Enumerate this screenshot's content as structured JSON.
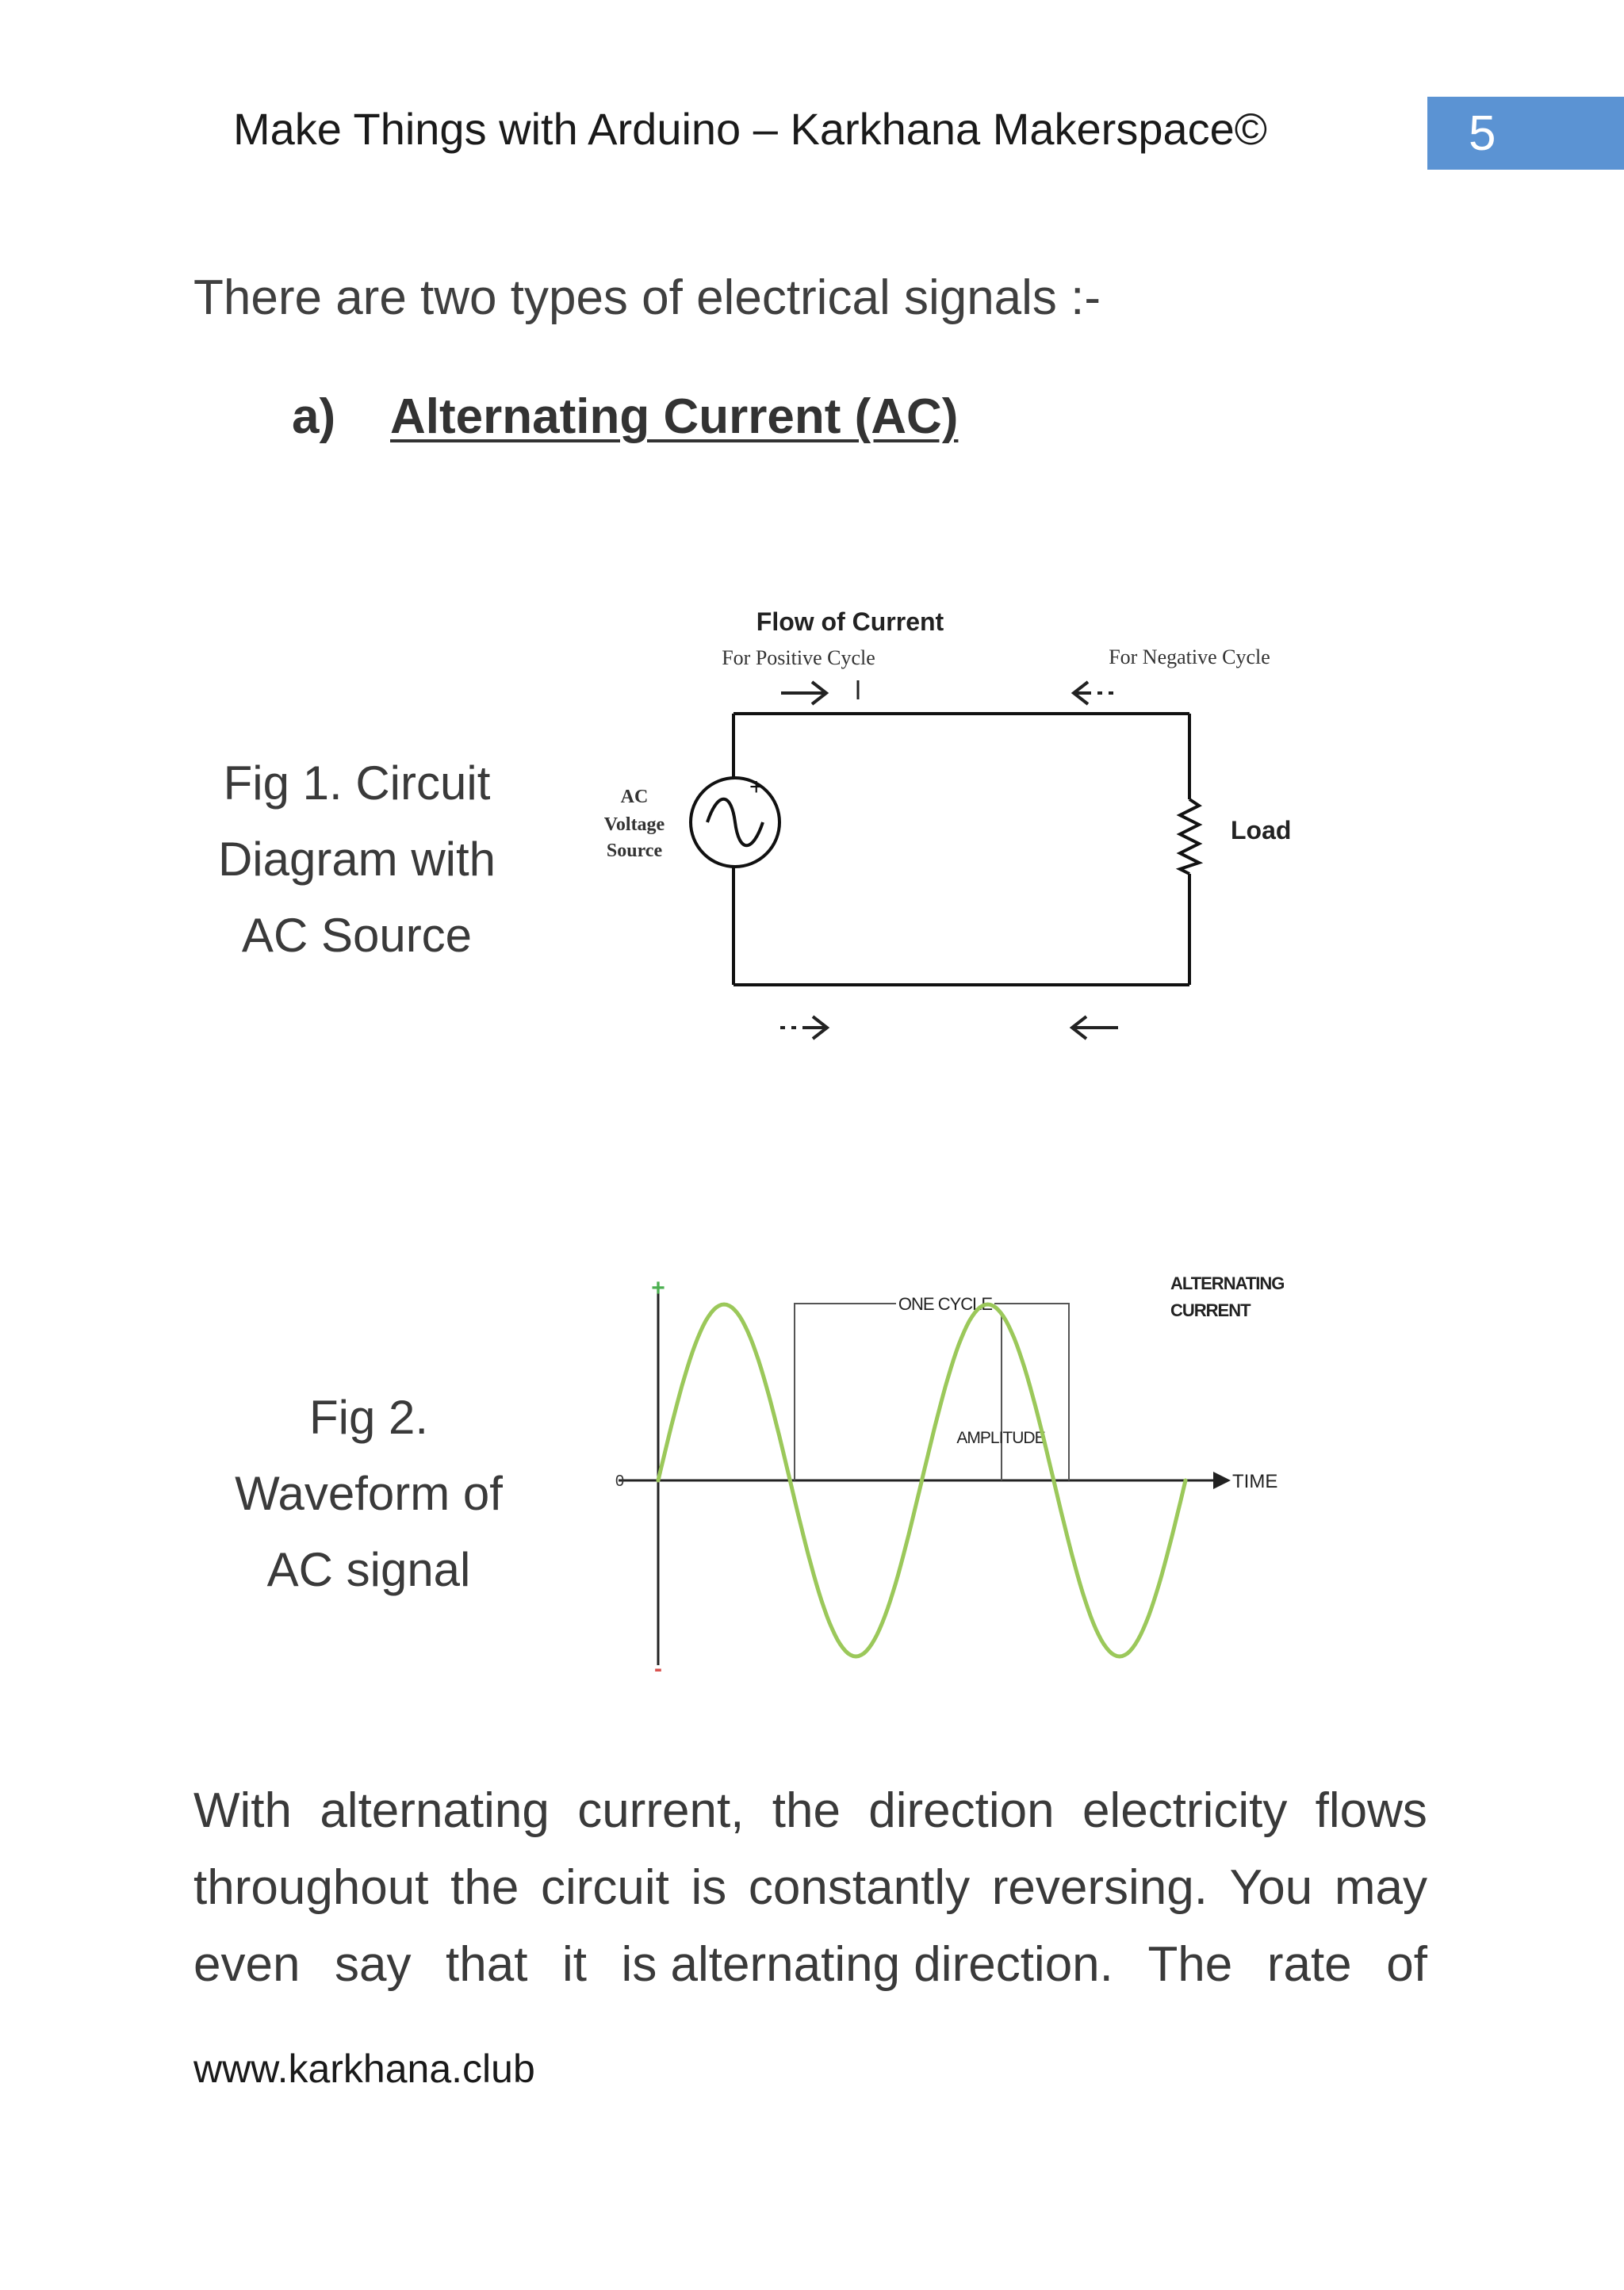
{
  "header": {
    "title": "Make Things with Arduino – Karkhana Makerspace©",
    "page_number": "5"
  },
  "intro_text": "There are two types of electrical  signals :-",
  "section": {
    "marker": "a)",
    "title": "Alternating Current (AC)"
  },
  "figure1": {
    "caption_lines": [
      "Fig 1. Circuit",
      "Diagram with",
      "AC Source"
    ],
    "flow_title": "Flow of  Current",
    "positive_label": "For Positive Cycle",
    "negative_label": "For Negative Cycle",
    "source_label": [
      "AC",
      "Voltage",
      "Source"
    ],
    "plus_sign": "+",
    "load_label": "Load"
  },
  "figure2": {
    "caption_lines": [
      "Fig 2.",
      "Waveform of",
      "AC signal"
    ],
    "plus_label": "+",
    "minus_label": "-",
    "zero_label": "0",
    "one_cycle_label": "ONE CYCLE",
    "amplitude_label": "AMPLITUDE",
    "time_label": "TIME",
    "series_label": [
      "ALTERNATING",
      "CURRENT"
    ],
    "wave_color": "#9bc85a"
  },
  "body_lines": [
    [
      "With",
      "alternating",
      "current,",
      "the",
      "direction",
      "electricity",
      "flows"
    ],
    [
      "throughout",
      "the",
      "circuit",
      "is",
      "constantly",
      "reversing.",
      "You",
      "may"
    ],
    [
      "even",
      "say",
      "that",
      "it",
      "is alternating direction.",
      "The",
      "rate",
      "of"
    ]
  ],
  "footer": {
    "url": "www.karkhana.club"
  },
  "colors": {
    "badge": "#5b93d3",
    "text": "#3a3a3a"
  }
}
